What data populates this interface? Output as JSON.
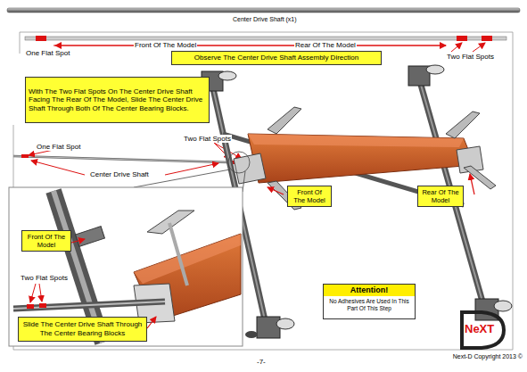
{
  "diagram": {
    "title": "Center Drive Shaft (x1)",
    "nodes": [
      {
        "text": [
          "Observe The Center Drive Shaft Assembly Direction"
        ]
      },
      {
        "text": [
          "With The Two Flat Spots On The Center Drive Shaft Facing The Rear Of The Model, Slide The Center Drive Shaft Through Both Of The Center Bearing Blocks."
        ]
      },
      {
        "text": [
          "Front Of The Model"
        ]
      },
      {
        "text": [
          "Rear Of The Model"
        ]
      },
      {
        "text": [
          "Front Of The Model"
        ]
      },
      {
        "text": [
          "Slide The Center Drive Shaft Through The Center Bearing Blocks"
        ]
      },
      {
        "text": [
          "Attention!",
          "No Adhesives Are Used In This Part Of This Step"
        ]
      }
    ],
    "labels": [
      "One Flat Spot",
      "Front Of The Model",
      "Rear Of The Model",
      "Two Flat Spots",
      "One Flat Spot",
      "Two Flat Spots",
      "Center Drive Shaft",
      "Two Flat Spots",
      "-7-",
      "NeXT",
      "Next-D Copyright 2013 ©"
    ]
  }
}
